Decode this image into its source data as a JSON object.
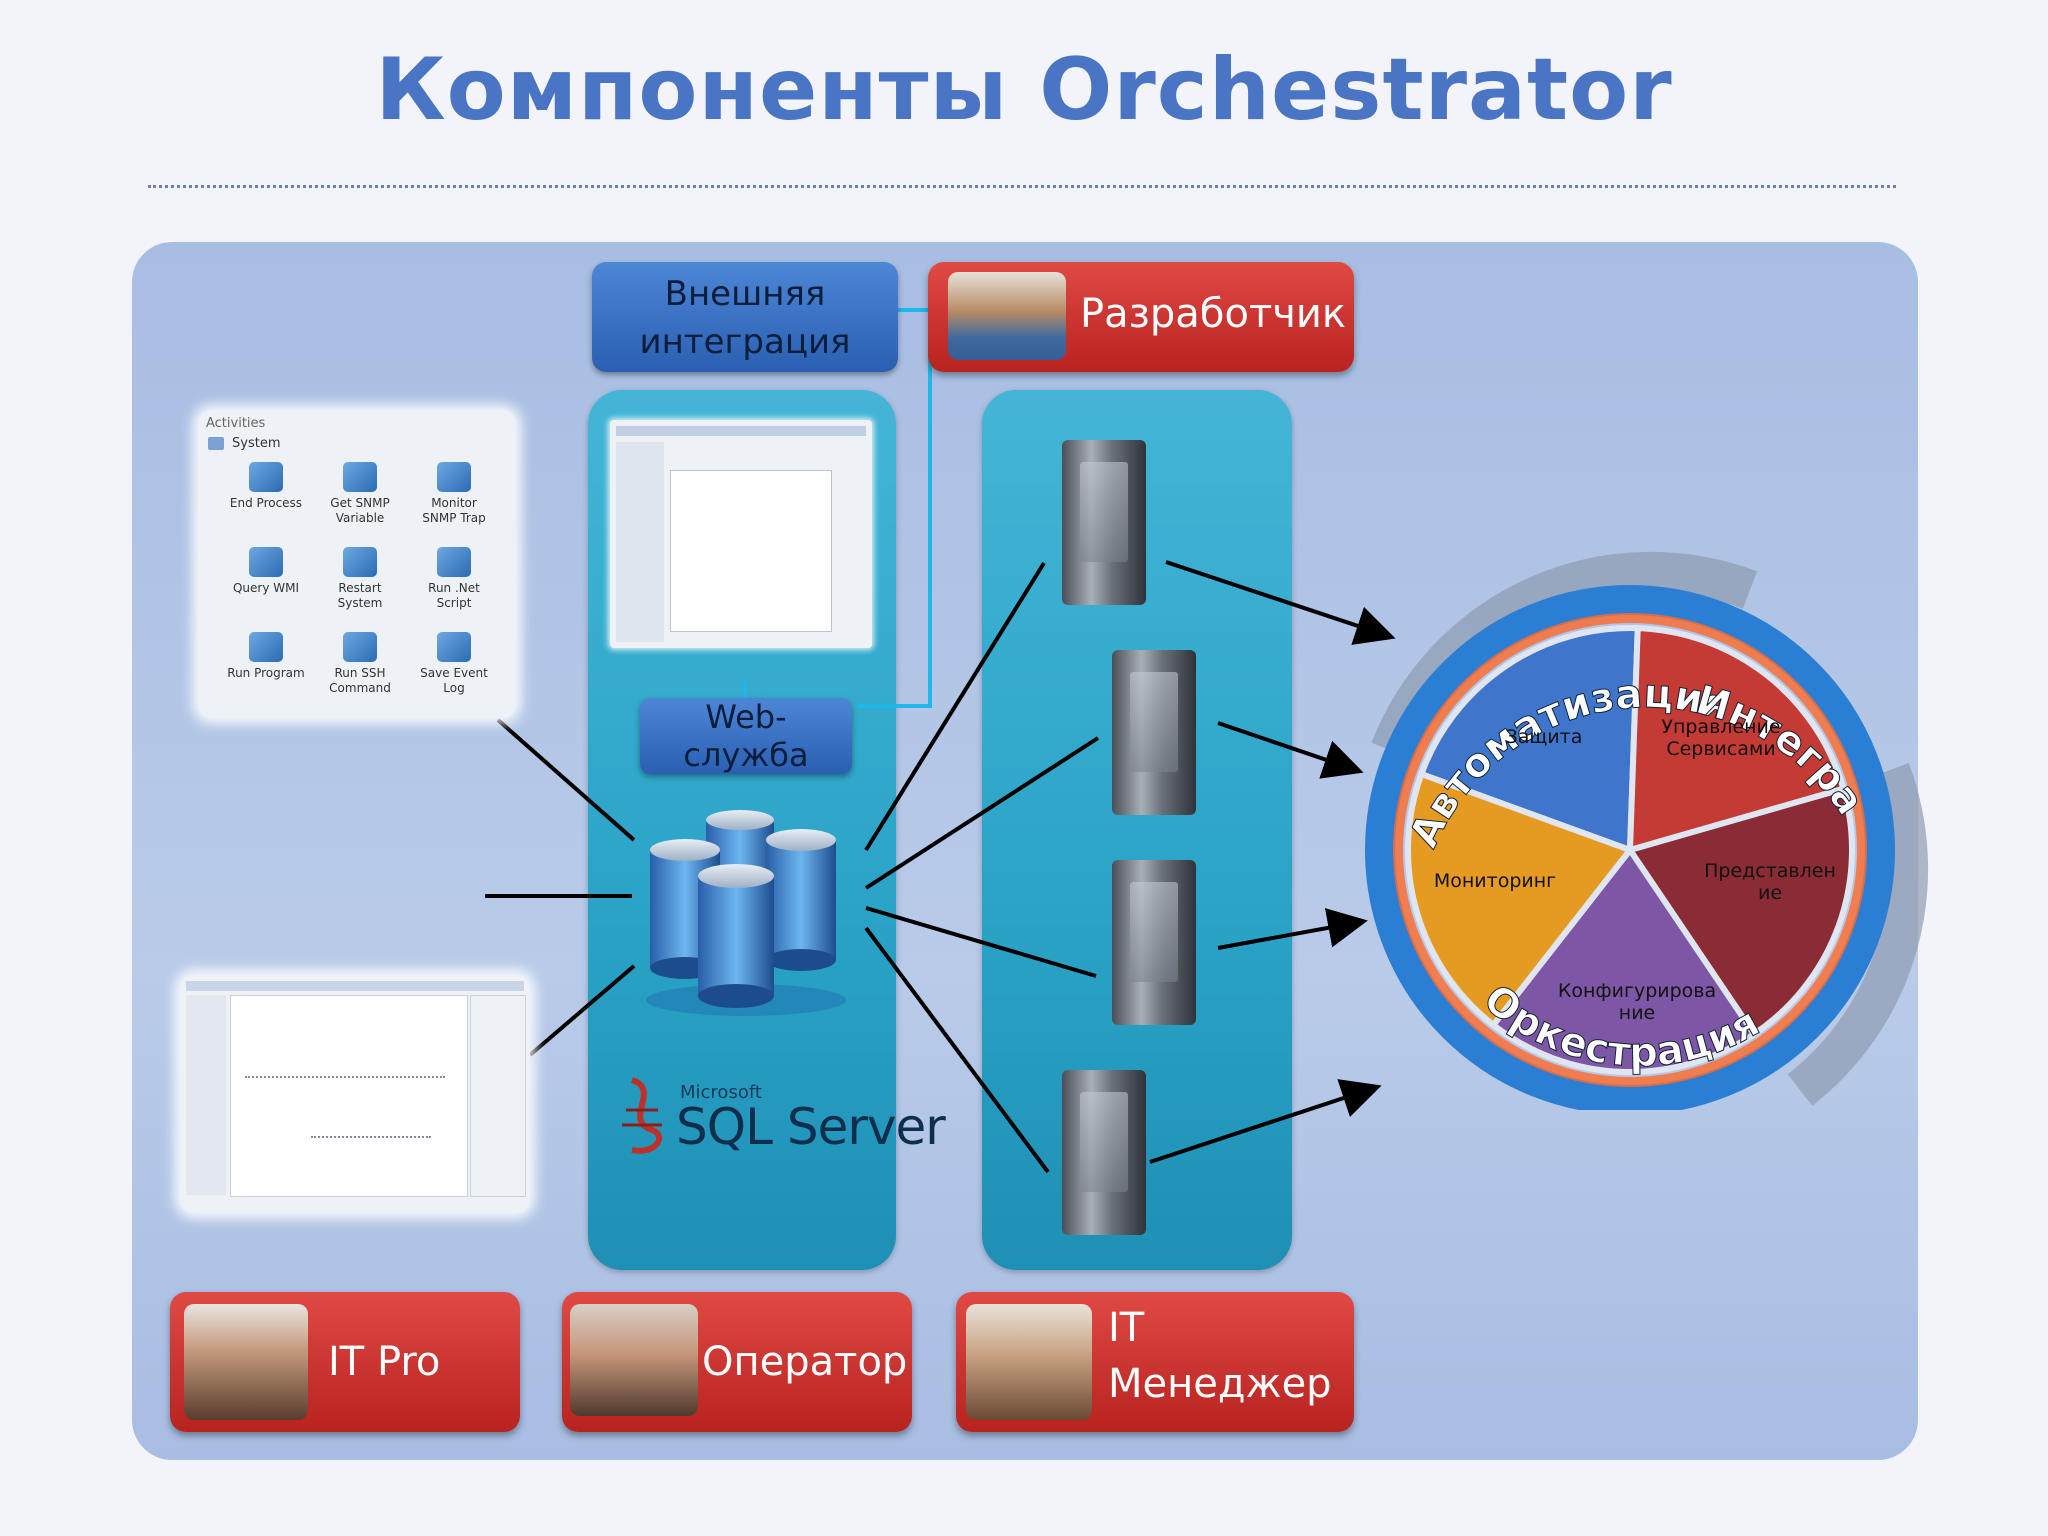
{
  "title": "Компоненты Orchestrator",
  "top_boxes": {
    "external_integration": [
      "Внешняя",
      "интеграция"
    ],
    "developer": "Разработчик"
  },
  "web_service": [
    "Web-",
    "служба"
  ],
  "sql_server": {
    "brand_small": "Microsoft",
    "brand": "SQL Server"
  },
  "activities_palette": {
    "header": "Activities",
    "group": "System",
    "items": [
      [
        "End Process",
        ""
      ],
      [
        "Get SNMP",
        "Variable"
      ],
      [
        "Monitor",
        "SNMP Trap"
      ],
      [
        "Query WMI",
        ""
      ],
      [
        "Restart",
        "System"
      ],
      [
        "Run .Net",
        "Script"
      ],
      [
        "Run Program",
        ""
      ],
      [
        "Run SSH",
        "Command"
      ],
      [
        "Save Event",
        "Log"
      ]
    ]
  },
  "roles": {
    "it_pro": "IT Pro",
    "operator": "Оператор",
    "it_manager": [
      "IT",
      "Менеджер"
    ]
  },
  "cycle": {
    "arcs": {
      "automation": "Автоматизация",
      "integration": "Интеграция",
      "orchestration": "Оркестрация"
    },
    "segments": {
      "protection": [
        "Защита"
      ],
      "service_mgmt": [
        "Управление",
        "Сервисами"
      ],
      "representation": [
        "Представлен",
        "ие"
      ],
      "configuration": [
        "Конфигурирова",
        "ние"
      ],
      "monitoring": [
        "Мониторинг"
      ]
    }
  },
  "colors": {
    "title": "#4a74c4",
    "segment_protection": "#3f76cc",
    "segment_service": "#c43a35",
    "segment_representation": "#8a2b35",
    "segment_configuration": "#7d56a5",
    "segment_monitoring": "#e59a21"
  }
}
